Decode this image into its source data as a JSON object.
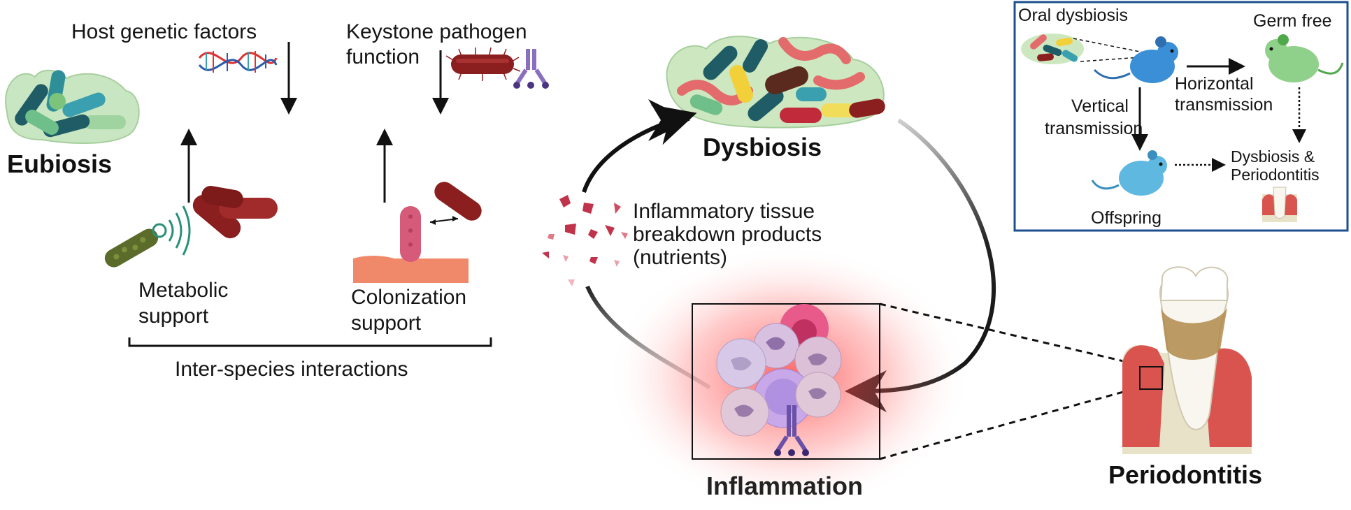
{
  "diagram": {
    "main_axis": {
      "start_label": "Eubiosis",
      "end_label": "Dysbiosis",
      "drivers": [
        {
          "id": "host",
          "label": "Host genetic factors",
          "icon": "dna-icon"
        },
        {
          "id": "keystone",
          "label": "Keystone pathogen\nfunction",
          "icon": "bacterium-antibody-icon"
        }
      ],
      "supports": [
        {
          "id": "metabolic",
          "label": "Metabolic\nsupport",
          "icon": "bacteria-signaling-icon"
        },
        {
          "id": "colonization",
          "label": "Colonization\nsupport",
          "icon": "bacteria-adhesion-icon"
        }
      ],
      "bracket_label": "Inter-species interactions"
    },
    "feedback_loop": {
      "nutrients_label": "Inflammatory tissue\nbreakdown products\n(nutrients)",
      "inflammation_label": "Inflammation"
    },
    "disease_label": "Periodontitis",
    "inset": {
      "oral_dysbiosis": "Oral dysbiosis",
      "germ_free": "Germ free",
      "horizontal": "Horizontal\ntransmission",
      "vertical": "Vertical\ntransmission",
      "offspring": "Offspring",
      "outcome": "Dysbiosis &\nPeriodontitis",
      "frame_color": "#1d4f8f"
    },
    "colors": {
      "bacterium_red": "#8b1e1e",
      "community_teal": "#1f6f7a",
      "inflammation_glow": "#ff3b3b",
      "gum": "#d9534f",
      "mouse_blue": "#3a8fd6",
      "mouse_green": "#8fd08a"
    }
  }
}
